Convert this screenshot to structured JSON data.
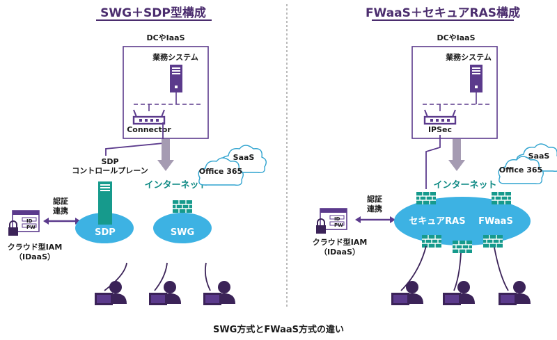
{
  "left": {
    "title": "SWG＋SDP型構成",
    "dc_label": "DCやIaaS",
    "server_label": "業務システム",
    "router_label": "Connector",
    "control_plane": [
      "SDP",
      "コントロールプレーン"
    ],
    "internet_label": "インターネット",
    "saas_label": "SaaS",
    "office_label": "Office 365",
    "auth_label": [
      "認証",
      "連携"
    ],
    "iam_label": "クラウド型IAM",
    "idaas_label": "（IDaaS）",
    "sdp_label": "SDP",
    "swg_label": "SWG",
    "login_id": "ID",
    "login_pw": "PW"
  },
  "right": {
    "title": "FWaaS＋セキュアRAS構成",
    "dc_label": "DCやIaaS",
    "server_label": "業務システム",
    "router_label": "IPSec",
    "internet_label": "インターネット",
    "saas_label": "SaaS",
    "office_label": "Office 365",
    "auth_label": [
      "認証",
      "連携"
    ],
    "iam_label": "クラウド型IAM",
    "idaas_label": "（IDaaS）",
    "ras_label": "セキュアRAS",
    "fwaas_label": "FWaaS",
    "login_id": "ID",
    "login_pw": "PW"
  },
  "caption": "SWG方式とFWaaS方式の違い",
  "colors": {
    "purple": "#5b3a8c",
    "dark_purple": "#3b2358",
    "teal": "#0f8a84",
    "ellipse": "#3db2e3",
    "firewall": "#169a8c",
    "cloud_stroke": "#2fa3cf",
    "arrow_gray": "#a59bb2"
  }
}
